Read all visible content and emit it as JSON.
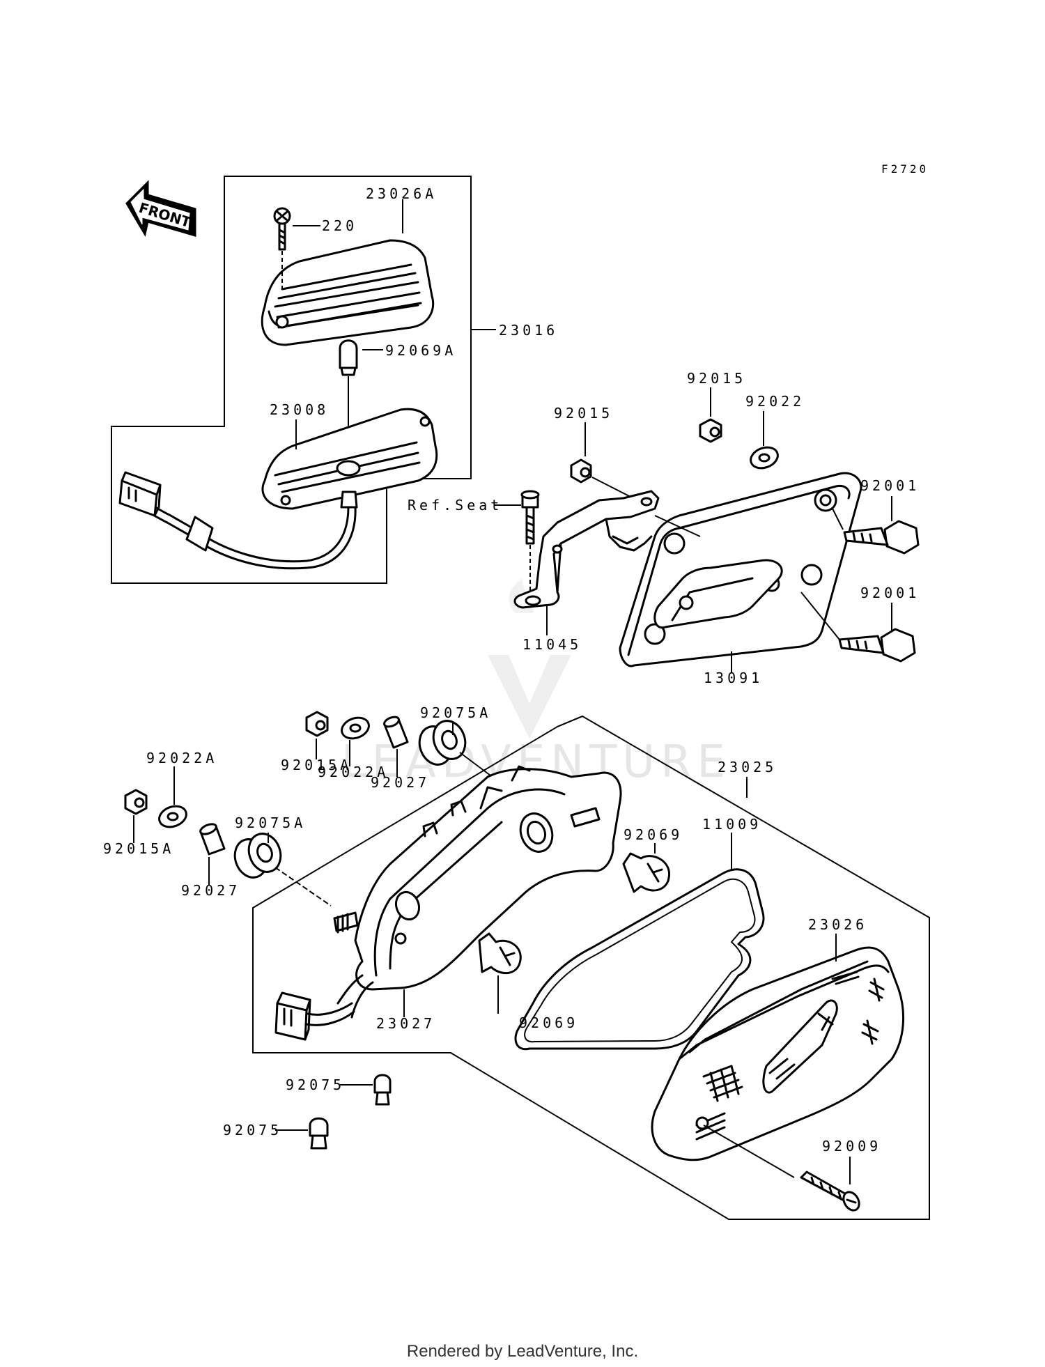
{
  "diagram": {
    "code": "F2720",
    "front_label": "FRONT",
    "watermark": "LEADVENTURE",
    "labels": {
      "p23026A": "23026A",
      "p220": "220",
      "p23016": "23016",
      "p92069A": "92069A",
      "p23008": "23008",
      "p92015_top": "92015",
      "p92015_mid": "92015",
      "p92022": "92022",
      "p92001_a": "92001",
      "p92001_b": "92001",
      "refseat": "Ref.Seat",
      "p11045": "11045",
      "p13091": "13091",
      "p92015A_a": "92015A",
      "p92022A_a": "92022A",
      "p92027_a": "92027",
      "p92075A_a": "92075A",
      "p92022A_b": "92022A",
      "p92015A_b": "92015A",
      "p92027_b": "92027",
      "p92075A_b": "92075A",
      "p23025": "23025",
      "p11009": "11009",
      "p92069_a": "92069",
      "p92069_b": "92069",
      "p23026": "23026",
      "p23027": "23027",
      "p92075_a": "92075",
      "p92075_b": "92075",
      "p92009": "92009"
    }
  },
  "footer": "Rendered by LeadVenture, Inc."
}
